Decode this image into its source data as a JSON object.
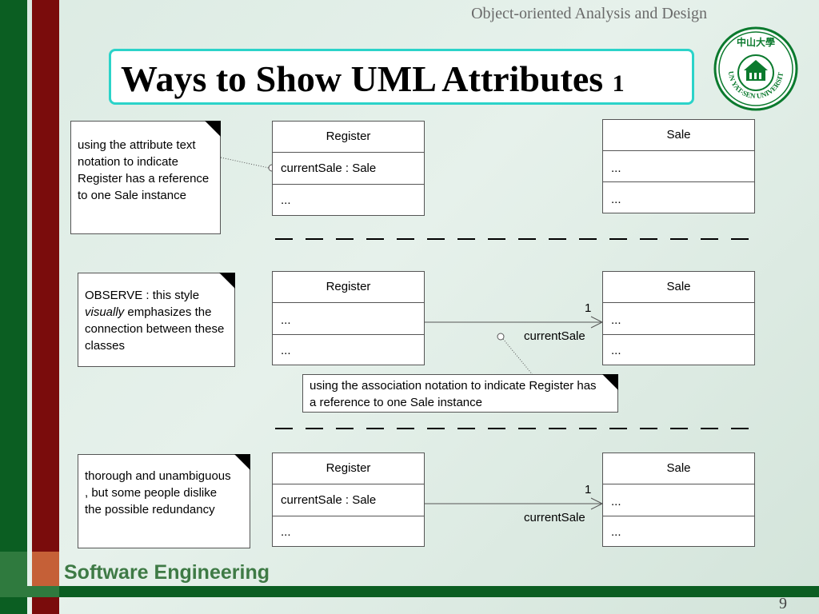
{
  "header": {
    "course": "Object-oriented Analysis and Design"
  },
  "title": {
    "main": "Ways to Show UML Attributes",
    "sub": "1"
  },
  "logo": {
    "text": "SUN YAT-SEN UNIVERSITY",
    "cn": "中山大學",
    "icon": "university-seal-icon",
    "color": "#0b7a2e"
  },
  "diagram1": {
    "note": "using the attribute text notation to indicate Register has a reference to one Sale instance",
    "register": {
      "name": "Register",
      "attr": "currentSale : Sale",
      "ops": "..."
    },
    "sale": {
      "name": "Sale",
      "attr": "...",
      "ops": "..."
    }
  },
  "diagram2": {
    "note_prefix": "OBSERVE : this style",
    "note_em": "visually",
    "note_suffix": "emphasizes the connection between these classes",
    "register": {
      "name": "Register",
      "attr": "...",
      "ops": "..."
    },
    "sale": {
      "name": "Sale",
      "attr": "...",
      "ops": "..."
    },
    "multiplicity": "1",
    "role": "currentSale",
    "note2": "using the association notation to indicate Register has a reference to one Sale instance"
  },
  "diagram3": {
    "note": "thorough and unambiguous , but some people dislike the possible redundancy",
    "register": {
      "name": "Register",
      "attr": "currentSale : Sale",
      "ops": "..."
    },
    "sale": {
      "name": "Sale",
      "attr": "...",
      "ops": "..."
    },
    "multiplicity": "1",
    "role": "currentSale"
  },
  "footer": {
    "title": "Software Engineering",
    "page": "9"
  },
  "colors": {
    "accent_border": "#2bd3c9",
    "dark_green": "#0b5e22",
    "dark_red": "#7a0c0c",
    "footer_green": "#3e7a45"
  }
}
